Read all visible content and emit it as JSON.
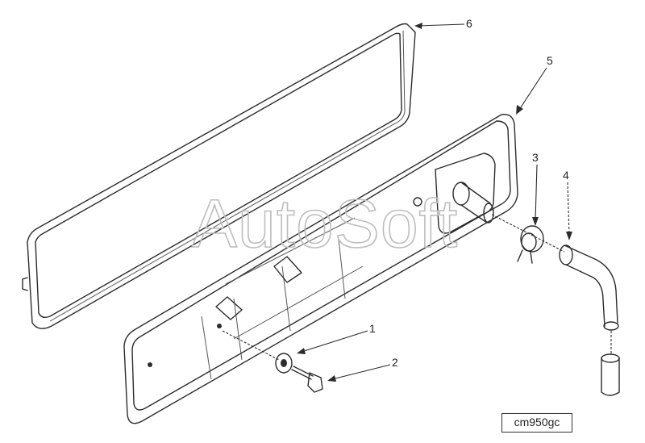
{
  "watermark": "AutoSoft",
  "figure_code": "cm950gc",
  "callouts": [
    {
      "id": "1",
      "label": "1"
    },
    {
      "id": "2",
      "label": "2"
    },
    {
      "id": "3",
      "label": "3"
    },
    {
      "id": "4",
      "label": "4"
    },
    {
      "id": "5",
      "label": "5"
    },
    {
      "id": "6",
      "label": "6"
    }
  ],
  "parts": [
    {
      "callout": "1",
      "icon": "washer-icon"
    },
    {
      "callout": "2",
      "icon": "bolt-icon"
    },
    {
      "callout": "3",
      "icon": "hose-clamp-icon"
    },
    {
      "callout": "4",
      "icon": "breather-hose-icon"
    },
    {
      "callout": "5",
      "icon": "valve-cover-icon"
    },
    {
      "callout": "6",
      "icon": "gasket-icon"
    }
  ]
}
